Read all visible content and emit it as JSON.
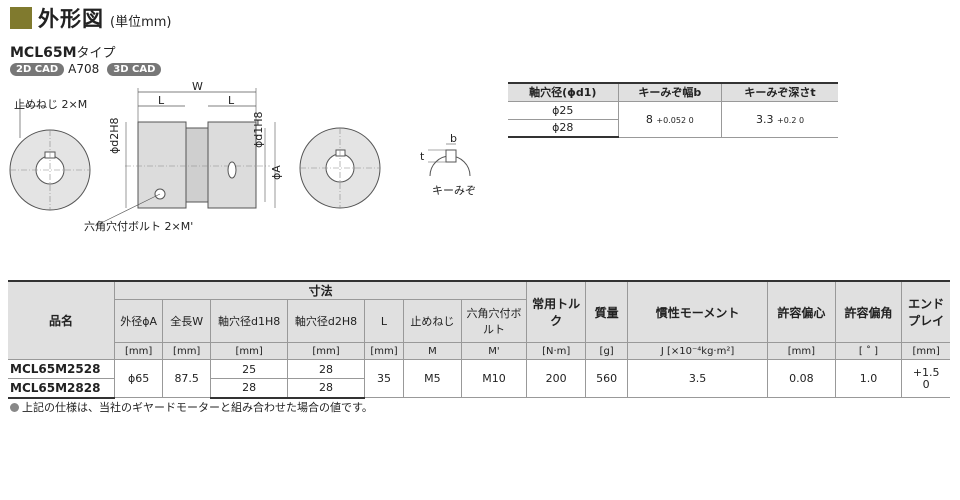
{
  "header": {
    "title": "外形図",
    "unit": "(単位mm)",
    "accent": "#807a2e"
  },
  "model": {
    "code": "MCL65M",
    "suffix": "タイプ"
  },
  "cad": [
    {
      "badge": "2D CAD",
      "text": "A708"
    },
    {
      "badge": "3D CAD",
      "text": ""
    }
  ],
  "drawing": {
    "stop_screw": "止めねじ 2×M",
    "hex_bolt": "六角穴付ボルト 2×M'",
    "W": "W",
    "L1": "L",
    "L2": "L",
    "d2": "ϕd2H8",
    "d1": "ϕd1H8",
    "A": "ϕA",
    "b": "b",
    "t": "t",
    "key": "キーみぞ"
  },
  "key_table": {
    "headers": [
      "軸穴径(ϕd1)",
      "キーみぞ幅b",
      "キーみぞ深さt"
    ],
    "rows": [
      [
        "ϕ25"
      ],
      [
        "ϕ28"
      ]
    ],
    "width_base": "8",
    "width_tol": "+0.052 0",
    "depth_base": "3.3",
    "depth_tol": "+0.2 0"
  },
  "spec_table": {
    "h_name": "品名",
    "h_dims": "寸法",
    "h_torque": "常用トルク",
    "h_mass": "質量",
    "h_inertia": "慣性モーメント",
    "h_ecc": "許容偏心",
    "h_ang": "許容偏角",
    "h_end": "エンドプレイ",
    "sub": [
      "外径ϕA",
      "全長W",
      "軸穴径d1H8",
      "軸穴径d2H8",
      "L",
      "止めねじ",
      "六角穴付ボルト"
    ],
    "units": [
      "[mm]",
      "[mm]",
      "[mm]",
      "[mm]",
      "[mm]",
      "M",
      "M'",
      "[N·m]",
      "[g]",
      "J [×10⁻⁴kg·m²]",
      "[mm]",
      "[ ˚ ]",
      "[mm]"
    ],
    "rows": [
      {
        "name": "MCL65M2528",
        "d1": "25",
        "d2": "28"
      },
      {
        "name": "MCL65M2828",
        "d1": "28",
        "d2": "28"
      }
    ],
    "shared": {
      "A": "ϕ65",
      "W": "87.5",
      "L": "35",
      "M": "M5",
      "Mp": "M10",
      "torque": "200",
      "mass": "560",
      "inertia": "3.5",
      "ecc": "0.08",
      "ang": "1.0",
      "end_plus": "+1.5",
      "end_minus": "0"
    }
  },
  "note": "上記の仕様は、当社のギヤードモーターと組み合わせた場合の値です。"
}
